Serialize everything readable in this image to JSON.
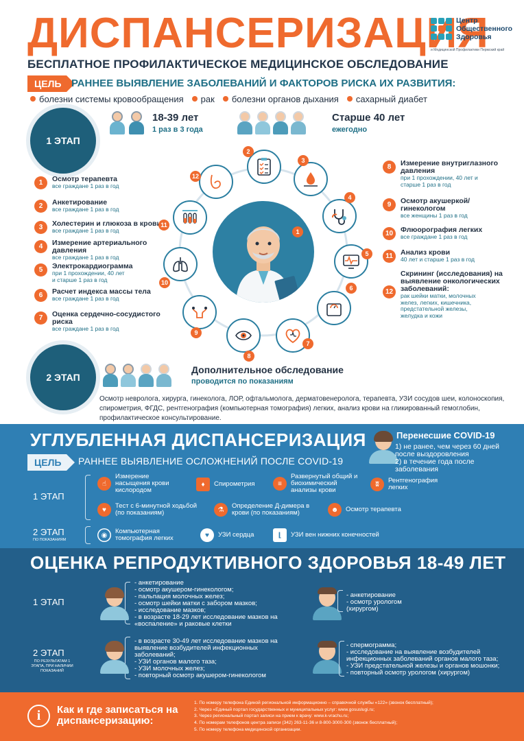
{
  "header": {
    "title": "ДИСПАНСЕРИЗАЦИЯ",
    "subtitle": "БЕСПЛАТНОЕ ПРОФИЛАКТИЧЕСКОЕ МЕДИЦИНСКОЕ ОБСЛЕДОВАНИЕ",
    "logo_line1": "Центр",
    "logo_line2": "Общественного",
    "logo_line3": "Здоровья",
    "logo_small": "и Медицинской Профилактики Пермский край",
    "goal_badge": "ЦЕЛЬ",
    "goal_text": "РАННЕЕ ВЫЯВЛЕНИЕ ЗАБОЛЕВАНИЙ И ФАКТОРОВ РИСКА ИХ РАЗВИТИЯ:",
    "risks": [
      "болезни системы кровообращения",
      "рак",
      "болезни органов дыхания",
      "сахарный диабет"
    ]
  },
  "stage1": {
    "label": "1 ЭТАП",
    "group_young": {
      "age": "18-39 лет",
      "freq": "1 раз в 3 года"
    },
    "group_old": {
      "age": "Старше 40 лет",
      "freq": "ежегодно"
    },
    "left_items": [
      {
        "num": "1",
        "title": "Осмотр терапевта",
        "sub": "все граждане 1 раз в год"
      },
      {
        "num": "2",
        "title": "Анкетирование",
        "sub": "все граждане 1 раз в год"
      },
      {
        "num": "3",
        "title": "Холестерин и глюкоза в крови",
        "sub": "все граждане 1 раз в год"
      },
      {
        "num": "4",
        "title": "Измерение артериального давления",
        "sub": "все граждане 1 раз в год"
      },
      {
        "num": "5",
        "title": "Электрокардиограмма",
        "sub": "при 1 прохождении, 40 лет и старше 1 раз в год"
      },
      {
        "num": "6",
        "title": "Расчет индекса массы тела",
        "sub": "все граждане 1 раз в год"
      },
      {
        "num": "7",
        "title": "Оценка сердечно-сосудистого риска",
        "sub": "все граждане 1 раз в год"
      }
    ],
    "right_items": [
      {
        "num": "8",
        "title": "Измерение внутриглазного давления",
        "sub": "при 1 прохождении, 40 лет и старше 1 раз в год"
      },
      {
        "num": "9",
        "title": "Осмотр акушеркой/гинекологом",
        "sub": "все женщины 1 раз в год"
      },
      {
        "num": "10",
        "title": "Флюорография легких",
        "sub": "все граждане 1 раз в год"
      },
      {
        "num": "11",
        "title": "Анализ крови",
        "sub": "40 лет и старше 1 раз в год"
      },
      {
        "num": "12",
        "title": "Скрининг (исследования) на выявление онкологических заболеваний:",
        "sub": "рак шейки матки, молочных желез, легких, кишечника, предстательной железы, желудка и кожи"
      }
    ],
    "wheel_center_num": "1",
    "wheel_nums": [
      "2",
      "3",
      "4",
      "5",
      "6",
      "7",
      "8",
      "9",
      "10",
      "11",
      "12"
    ]
  },
  "stage2": {
    "label": "2 ЭТАП",
    "title": "Дополнительное обследование",
    "sub": "проводится по показаниям",
    "desc": "Осмотр невролога, хирурга, гинеколога, ЛОР, офтальмолога, дерматовенеролога, терапевта, УЗИ сосудов шеи, колоноскопия, спирометрия, ФГДС, рентгенография (компьютерная томография) легких, анализ крови на гликированный гемоглобин, профилактическое консультирование."
  },
  "deep": {
    "title": "УГЛУБЛЕННАЯ ДИСПАНСЕРИЗАЦИЯ",
    "covid_title": "Перенесшие COVID-19",
    "covid_line1": "1) не ранее, чем через 60 дней после выздоровления",
    "covid_line2": "2) в течение года после заболевания",
    "goal_badge": "ЦЕЛЬ",
    "goal_text": "РАННЕЕ ВЫЯВЛЕНИЕ ОСЛОЖНЕНИЙ ПОСЛЕ COVID-19",
    "stage1_label": "1 ЭТАП",
    "stage2_label": "2 ЭТАП",
    "stage2_sub": "ПО ПОКАЗАНИЯМ",
    "stage1_tests": [
      "Измерение насыщения крови кислородом",
      "Спирометрия",
      "Развернутый общий и биохимический анализы крови",
      "Рентгенография легких",
      "Тест с 6-минутной ходьбой (по показаниям)",
      "Определение Д-димера в крови (по показаниям)",
      "Осмотр терапевта"
    ],
    "stage2_tests": [
      "Компьютерная томография легких",
      "УЗИ сердца",
      "УЗИ вен нижних конечностей"
    ]
  },
  "repro": {
    "title": "ОЦЕНКА РЕПРОДУКТИВНОГО ЗДОРОВЬЯ 18-49 ЛЕТ",
    "stage1_label": "1 ЭТАП",
    "stage2_label": "2 ЭТАП",
    "stage2_sub": "ПО РЕЗУЛЬТАТАМ 1 ЭТАПА, ПРИ НАЛИЧИИ ПОКАЗАНИЙ",
    "female_stage1": [
      "- анкетирование",
      "- осмотр акушером-гинекологом;",
      "- пальпация молочных желез;",
      "- осмотр шейки матки с забором мазков;",
      "- исследование мазков;",
      "- в возрасте 18-29 лет исследование мазков на «воспаление» и раковые клетки"
    ],
    "male_stage1": [
      "- анкетирование",
      "- осмотр урологом (хирургом)"
    ],
    "female_stage2": [
      "- в возрасте 30-49 лет исследование мазков на выявление возбудителей инфекционных заболеваний;",
      "- УЗИ органов малого таза;",
      "- УЗИ молочных желез;",
      "- повторный осмотр акушером-гинекологом"
    ],
    "male_stage2": [
      "- спермограмма;",
      "- исследование на выявление возбудителей инфекционных заболеваний органов малого таза;",
      "- УЗИ предстательной железы и органов мошонки;",
      "- повторный осмотр урологом (хирургом)"
    ]
  },
  "footer": {
    "info_glyph": "i",
    "title": "Как и где записаться на диспансеризацию:",
    "items": [
      "1. По номеру телефона Единой региональной информационно – справочной службы «122» (звонок бесплатный);",
      "2. Через «Единый портал государственных и муниципальных услуг: www.gosuslugi.ru;",
      "3. Через региональный портал записи на прием к врачу: www.k-vrachu.ru;",
      "4. По номерам телефонов центра записи (342) 263-11-36 и 8-800-3000-300 (звонок бесплатный);",
      "5. По номеру телефона медицинской организации."
    ]
  },
  "colors": {
    "orange": "#ef6a2e",
    "teal": "#1f6f86",
    "blue": "#2f7fb4",
    "navy": "#235f8a"
  }
}
